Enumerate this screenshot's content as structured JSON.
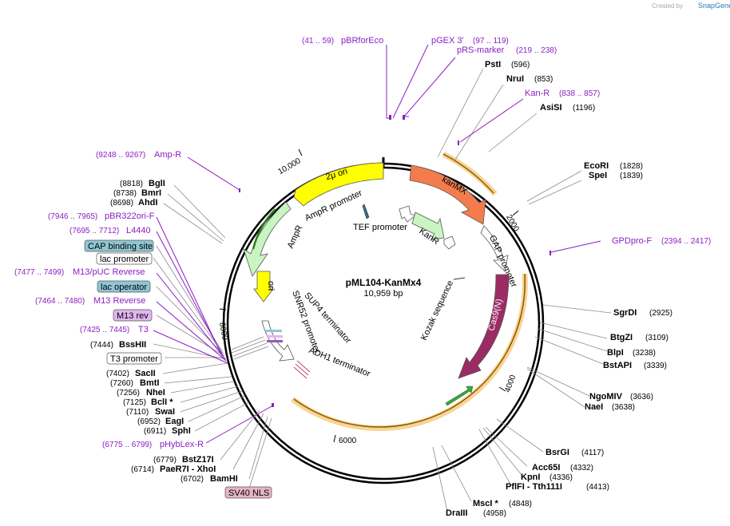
{
  "credit": "Created by",
  "credit_brand": "SnapGene",
  "plasmid": {
    "name": "pML104-KanMx4",
    "size": "10,959 bp"
  },
  "ticks": [
    "2000",
    "4000",
    "6000",
    "8000",
    "10,000"
  ],
  "features": {
    "two_mu_ori": "2μ ori",
    "kanmx": "kanMX",
    "ampr_promoter": "AmpR promoter",
    "tef_promoter": "TEF promoter",
    "ampr": "AmpR",
    "kanr": "KanR",
    "gap_promoter": "GAP promoter",
    "ori": "ori",
    "snr52_promoter": "SNR52 promoter",
    "sup4_terminator": "SUP4 terminator",
    "adh1_terminator": "ADH1 terminator",
    "kozak": "Kozak sequence",
    "cas9n": "Cas9(N)"
  },
  "sites_right": [
    {
      "name": "PstI",
      "pos": "(596)"
    },
    {
      "name": "NruI",
      "pos": "(853)"
    },
    {
      "name": "AsiSI",
      "pos": "(1196)"
    },
    {
      "name": "EcoRI",
      "pos": "(1828)"
    },
    {
      "name": "SpeI",
      "pos": "(1839)"
    },
    {
      "name": "SgrDI",
      "pos": "(2925)"
    },
    {
      "name": "BtgZI",
      "pos": "(3109)"
    },
    {
      "name": "BlpI",
      "pos": "(3238)"
    },
    {
      "name": "BstAPI",
      "pos": "(3339)"
    },
    {
      "name": "NgoMIV",
      "pos": "(3636)"
    },
    {
      "name": "NaeI",
      "pos": "(3638)"
    },
    {
      "name": "BsrGI",
      "pos": "(4117)"
    },
    {
      "name": "Acc65I",
      "pos": "(4332)"
    },
    {
      "name": "KpnI",
      "pos": "(4336)"
    },
    {
      "name": "PflFI - Tth111I",
      "pos": "(4413)"
    },
    {
      "name": "MscI *",
      "pos": "(4848)"
    },
    {
      "name": "DraIII",
      "pos": "(4958)"
    }
  ],
  "sites_left": [
    {
      "name": "BglI",
      "pos": "(8818)"
    },
    {
      "name": "BmrI",
      "pos": "(8738)"
    },
    {
      "name": "AhdI",
      "pos": "(8698)"
    },
    {
      "name": "BssHII",
      "pos": "(7444)"
    },
    {
      "name": "SacII",
      "pos": "(7402)"
    },
    {
      "name": "BmtI",
      "pos": "(7260)"
    },
    {
      "name": "NheI",
      "pos": "(7256)"
    },
    {
      "name": "BclI *",
      "pos": "(7125)"
    },
    {
      "name": "SwaI",
      "pos": "(7110)"
    },
    {
      "name": "EagI",
      "pos": "(6952)"
    },
    {
      "name": "SphI",
      "pos": "(6911)"
    },
    {
      "name": "BstZ17I",
      "pos": "(6779)"
    },
    {
      "name": "PaeR7I - XhoI",
      "pos": "(6714)"
    },
    {
      "name": "BamHI",
      "pos": "(6702)"
    }
  ],
  "primers": [
    {
      "name": "pBRforEco",
      "pos": "(41 .. 59)"
    },
    {
      "name": "pGEX 3'",
      "pos": "(97 .. 119)"
    },
    {
      "name": "pRS-marker",
      "pos": "(219 .. 238)"
    },
    {
      "name": "Kan-R",
      "pos": "(838 .. 857)"
    },
    {
      "name": "GPDpro-F",
      "pos": "(2394 .. 2417)"
    },
    {
      "name": "Amp-R",
      "pos": "(9248 .. 9267)"
    },
    {
      "name": "pBR322ori-F",
      "pos": "(7946 .. 7965)"
    },
    {
      "name": "L4440",
      "pos": "(7695 .. 7712)"
    },
    {
      "name": "M13/pUC Reverse",
      "pos": "(7477 .. 7499)"
    },
    {
      "name": "M13 Reverse",
      "pos": "(7464 .. 7480)"
    },
    {
      "name": "T3",
      "pos": "(7425 .. 7445)"
    },
    {
      "name": "pHybLex-R",
      "pos": "(6775 .. 6799)"
    }
  ],
  "boxed": [
    {
      "name": "CAP binding site",
      "color": "#8fc6d3"
    },
    {
      "name": "lac promoter",
      "color": "#ffffff"
    },
    {
      "name": "lac operator",
      "color": "#8fc6d3"
    },
    {
      "name": "M13 rev",
      "color": "#e2b6f0"
    },
    {
      "name": "T3 promoter",
      "color": "#ffffff"
    },
    {
      "name": "SV40 NLS",
      "color": "#e8b4c4"
    }
  ],
  "colors": {
    "two_mu_ori": "#ffff00",
    "kanmx": "#f47c4c",
    "ampr": "#c8f5c0",
    "kanr": "#c8f5c0",
    "ori": "#ffff00",
    "cas9": "#9b2b63",
    "primer": "#8b1ec3",
    "highlight": "#f6c97a"
  }
}
